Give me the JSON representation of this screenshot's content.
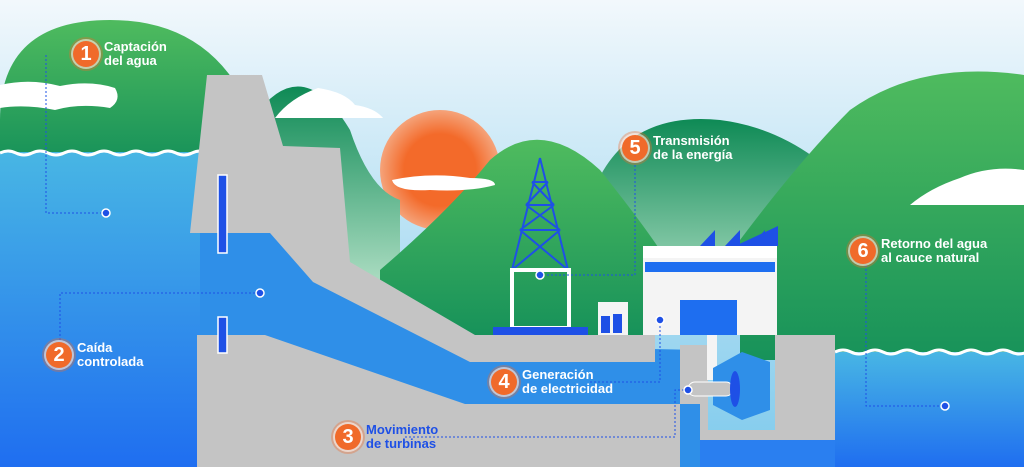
{
  "steps": [
    {
      "number": "1",
      "line1": "Captación",
      "line2": "del agua"
    },
    {
      "number": "2",
      "line1": "Caída",
      "line2": "controlada"
    },
    {
      "number": "3",
      "line1": "Movimiento",
      "line2": "de turbinas"
    },
    {
      "number": "4",
      "line1": "Generación",
      "line2": "de electricidad"
    },
    {
      "number": "5",
      "line1": "Transmisión",
      "line2": "de la energía"
    },
    {
      "number": "6",
      "line1": "Retorno del agua",
      "line2": "al cauce natural"
    }
  ],
  "colors": {
    "badge": "#f06a2a",
    "water": "#2a8ae8",
    "hill": "#3fae5a",
    "concrete": "#c4c4c4",
    "accent": "#1e50e6"
  }
}
